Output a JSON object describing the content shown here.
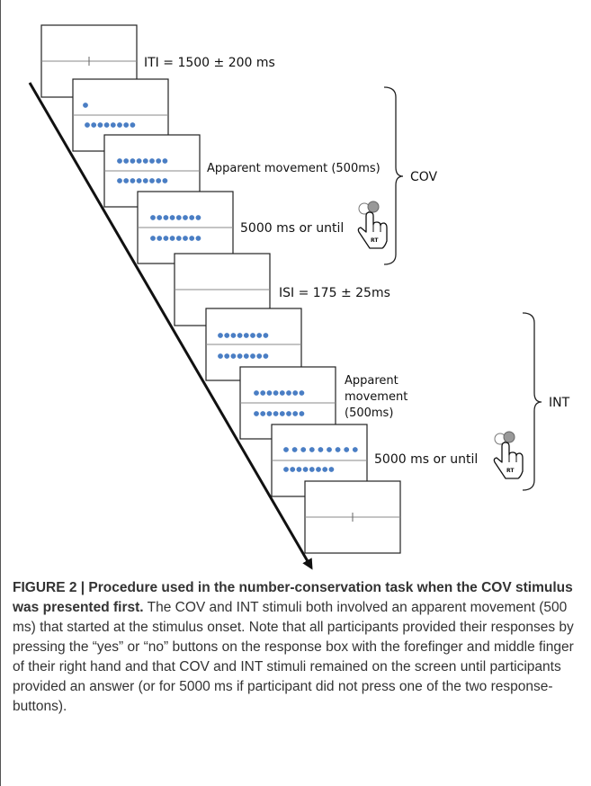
{
  "diagram": {
    "labels": {
      "iti": "ITI = 1500 ± 200 ms",
      "apparent_movement_cov": "Apparent movement (500ms)",
      "response_cov": "5000 ms or until",
      "isi": "ISI = 175 ± 25ms",
      "apparent_movement_int_1": "Apparent",
      "apparent_movement_int_2": "movement",
      "apparent_movement_int_3": "(500ms)",
      "response_int": "5000 ms or until",
      "bracket_cov": "COV",
      "bracket_int": "INT",
      "rt_badge": "RT"
    },
    "colors": {
      "dot": "#4a7ec4",
      "line": "#111111",
      "frame": "#222222"
    },
    "icons": [
      "hand-press-icon",
      "response-buttons-icon"
    ]
  },
  "caption": {
    "heading": "FIGURE 2 | Procedure used in the number-conservation task when the COV stimulus was presented first.",
    "body": " The COV and INT stimuli both involved an apparent movement (500 ms) that started at the stimulus onset. Note that all participants provided their responses by pressing the “yes” or “no” buttons on the response box with the forefinger and middle finger of their right hand and that COV and INT stimuli remained on the screen until participants provided an answer (or for 5000 ms if participant did not press one of the two response-buttons)."
  }
}
